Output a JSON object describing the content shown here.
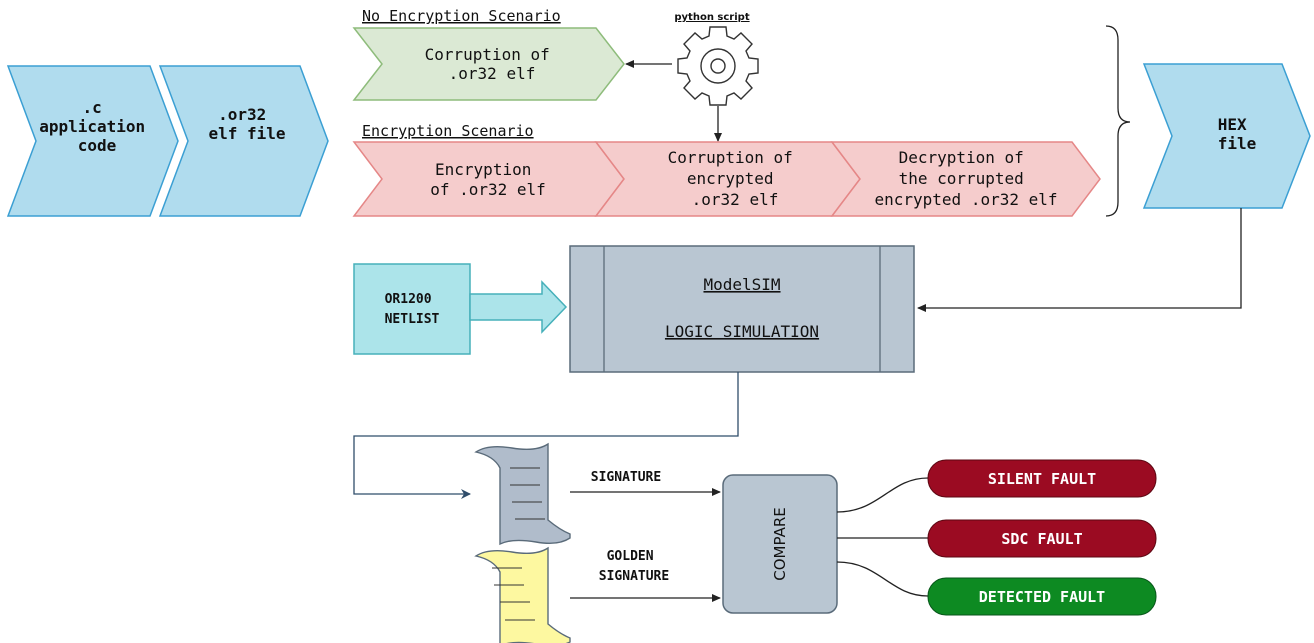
{
  "labels": {
    "c_code": [
      ".c",
      "application",
      "code"
    ],
    "or32_elf": [
      ".or32",
      "elf file"
    ],
    "hex": [
      "HEX",
      "file"
    ],
    "no_enc_title": "No Encryption Scenario",
    "python": "python script",
    "corruption": [
      "Corruption of",
      ".or32 elf"
    ],
    "enc_title": "Encryption Scenario",
    "encryption": [
      "Encryption",
      "of .or32 elf"
    ],
    "corr_enc": [
      "Corruption of",
      "encrypted",
      ".or32 elf"
    ],
    "decryption": [
      "Decryption of",
      "the corrupted",
      "encrypted .or32 elf"
    ],
    "netlist": [
      "OR1200",
      "NETLIST"
    ],
    "modelsim": "ModelSIM",
    "logic_sim": "LOGIC SIMULATION",
    "signature": "SIGNATURE",
    "golden": [
      "GOLDEN",
      "SIGNATURE"
    ],
    "compare": "COMPARE",
    "silent": "SILENT FAULT",
    "sdc": "SDC FAULT",
    "detected": "DETECTED FAULT"
  },
  "colors": {
    "blue_chevron": "#b0dcee",
    "blue_stroke": "#3b9fd3",
    "green_chevron": "#dbe9d4",
    "green_stroke": "#8ebc7b",
    "red_chevron": "#f5cccc",
    "red_stroke": "#e58787",
    "cyan_box": "#ace4ea",
    "cyan_stroke": "#46b0ba",
    "grey_box": "#b9c6d2",
    "grey_stroke": "#5a6b7a",
    "signature_doc": "#b0bccb",
    "golden_doc": "#fdf8a0",
    "pill_red": "#9b0b22",
    "pill_green": "#0d8a22"
  }
}
